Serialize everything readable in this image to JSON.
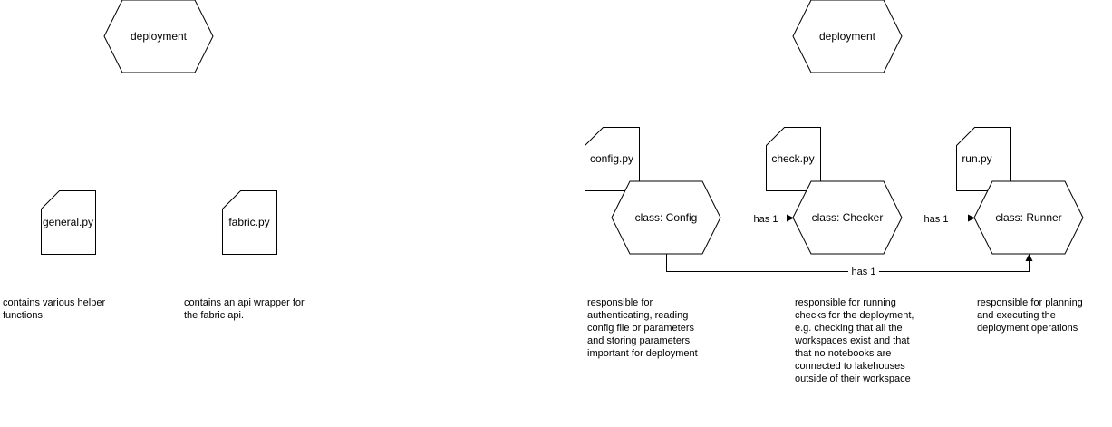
{
  "left_diagram": {
    "package_label": "deployment",
    "files": {
      "general": {
        "name": "general.py",
        "description": [
          "contains various helper",
          "functions."
        ]
      },
      "fabric": {
        "name": "fabric.py",
        "description": [
          "contains an api wrapper for",
          "the fabric api."
        ]
      }
    }
  },
  "right_diagram": {
    "package_label": "deployment",
    "files": {
      "config": {
        "name": "config.py"
      },
      "check": {
        "name": "check.py"
      },
      "run": {
        "name": "run.py"
      }
    },
    "classes": {
      "config": {
        "label": "class: Config",
        "description": [
          "responsible for",
          "authenticating, reading",
          "config file or parameters",
          "and storing parameters",
          "important for deployment"
        ]
      },
      "checker": {
        "label": "class: Checker",
        "description": [
          "responsible for running",
          "checks for the deployment,",
          "e.g. checking that all the",
          "workspaces exist and that",
          "that no notebooks are",
          "connected to lakehouses",
          "outside of their workspace"
        ]
      },
      "runner": {
        "label": "class: Runner",
        "description": [
          "responsible for planning",
          "and executing the",
          "deployment operations"
        ]
      }
    },
    "relations": {
      "config_to_checker": "has 1",
      "checker_to_runner": "has 1",
      "config_to_runner": "has 1"
    }
  }
}
